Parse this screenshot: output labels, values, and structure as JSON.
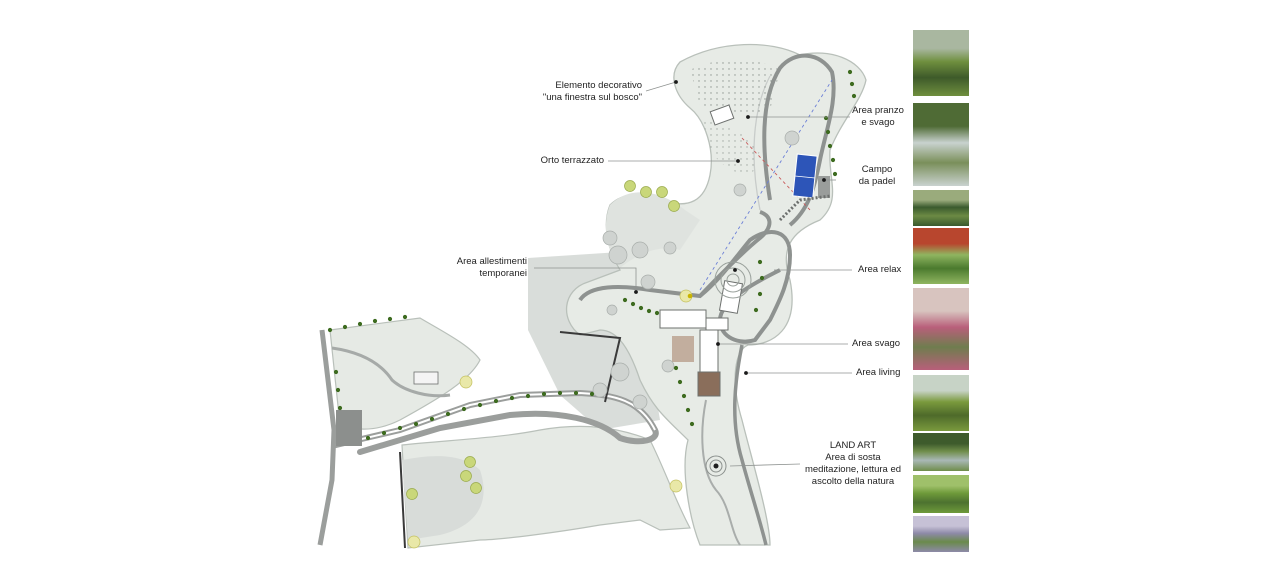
{
  "labels": {
    "finestra": {
      "line1": "Elemento decorativo",
      "line2": "\"una finestra sul bosco\""
    },
    "orto": {
      "line1": "Orto terrazzato"
    },
    "allestimenti": {
      "line1": "Area allestimenti",
      "line2": "temporanei"
    },
    "pranzo": {
      "line1": "Area pranzo",
      "line2": "e svago"
    },
    "padel": {
      "line1": "Campo",
      "line2": "da padel"
    },
    "relax": {
      "line1": "Area relax"
    },
    "svago": {
      "line1": "Area svago"
    },
    "living": {
      "line1": "Area living"
    },
    "landart": {
      "line1": "LAND ART",
      "line2": "Area di sosta",
      "line3": "meditazione, lettura ed",
      "line4": "ascolto della natura"
    }
  },
  "photos": [
    {
      "name": "photo-finestra",
      "palette": [
        "#6f8f3e",
        "#3e5a2a",
        "#a9b7a0"
      ]
    },
    {
      "name": "photo-pranzo",
      "palette": [
        "#c9d2cf",
        "#7a8f5a",
        "#4f6b35"
      ]
    },
    {
      "name": "photo-padel",
      "palette": [
        "#3a5a2e",
        "#6c8a44",
        "#9aab7c"
      ]
    },
    {
      "name": "photo-relax",
      "palette": [
        "#8fb560",
        "#4b7a2e",
        "#b8462e"
      ]
    },
    {
      "name": "photo-svago",
      "palette": [
        "#b85f7a",
        "#6f7d4e",
        "#d8c4bf"
      ]
    },
    {
      "name": "photo-living",
      "palette": [
        "#7a9a3d",
        "#4e6a2a",
        "#c7d3c6"
      ]
    },
    {
      "name": "photo-landart-1",
      "palette": [
        "#6f8d4a",
        "#a9b8b6",
        "#3e5b2c"
      ]
    },
    {
      "name": "photo-landart-2",
      "palette": [
        "#6e9a3a",
        "#4d7230",
        "#9fc06a"
      ]
    },
    {
      "name": "photo-landart-3",
      "palette": [
        "#8e8aa8",
        "#6a8a4b",
        "#c6c1d6"
      ]
    }
  ],
  "colors": {
    "lawn": "#e7ebe6",
    "lawn_edge": "#bcc2bd",
    "path": "#9b9e9c",
    "woods": "#d8dcd9",
    "padel": "#2d55b8",
    "tree": "#3d6b1f",
    "tree_light": "#c9d77a",
    "building": "#ffffff"
  }
}
